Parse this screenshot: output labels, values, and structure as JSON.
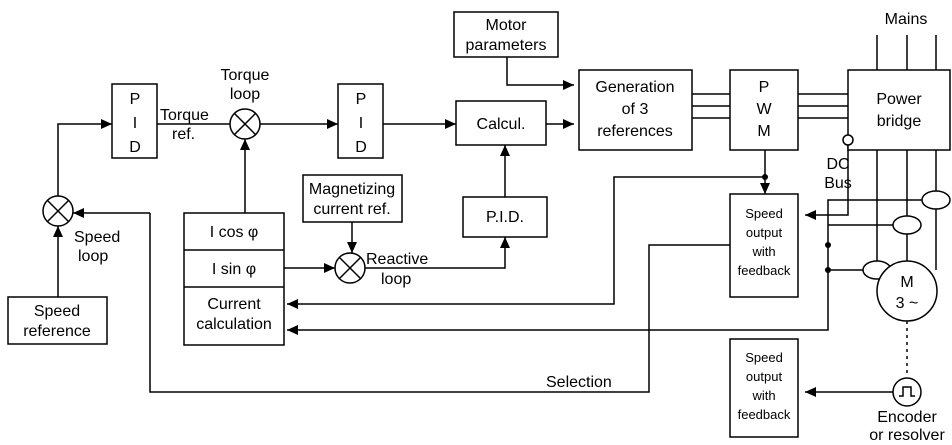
{
  "blocks": {
    "speed_reference": [
      "Speed",
      "reference"
    ],
    "pid1": [
      "P",
      "I",
      "D"
    ],
    "pid2": [
      "P",
      "I",
      "D"
    ],
    "motor_parameters": [
      "Motor",
      "parameters"
    ],
    "calcul": "Calcul.",
    "generation": [
      "Generation",
      "of 3",
      "references"
    ],
    "pwm": [
      "P",
      "W",
      "M"
    ],
    "power_bridge": [
      "Power",
      "bridge"
    ],
    "magnetizing": [
      "Magnetizing",
      "current ref."
    ],
    "pid_dots": "P.I.D.",
    "i_cos": "I cos  φ",
    "i_sin": "I sin  φ",
    "current_calc": [
      "Current",
      "calculation"
    ],
    "speed_output_top": [
      "Speed",
      "output",
      "with",
      "feedback"
    ],
    "speed_output_bottom": [
      "Speed",
      "output",
      "with",
      "feedback"
    ],
    "motor": [
      "M",
      "3 ~"
    ]
  },
  "labels": {
    "speed_loop": [
      "Speed",
      "loop"
    ],
    "torque_ref": [
      "Torque",
      "ref."
    ],
    "torque_loop": [
      "Torque",
      "loop"
    ],
    "reactive_loop": [
      "Reactive",
      "loop"
    ],
    "mains": "Mains",
    "dc_bus": [
      "DC",
      "Bus"
    ],
    "selection": "Selection",
    "encoder": [
      "Encoder",
      "or resolver"
    ]
  }
}
